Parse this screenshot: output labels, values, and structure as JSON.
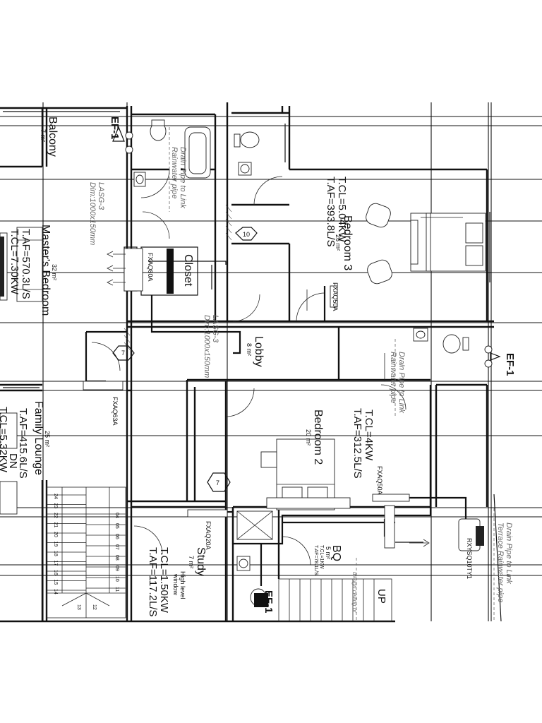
{
  "rooms": {
    "balcony": {
      "name": "Balcony",
      "area": "7 m²"
    },
    "masters_bedroom": {
      "name": "Master's Bedroom",
      "area": "32 m²",
      "tcl": "T.CL=7.30KW",
      "taf": "T.AF=570.3L/S"
    },
    "family_lounge": {
      "name": "Family Lounge",
      "area": "25 m²",
      "tcl": "T.CL=5.32KW",
      "taf": "T.AF=415.6L/S",
      "stair_dir": "DN"
    },
    "study": {
      "name": "Study",
      "area": "7 m²",
      "tcl": "T.CL=1.50KW",
      "taf": "T.AF=117.2L/S",
      "note_1": "High level",
      "note_2": "window"
    },
    "bedroom_3": {
      "name": "Bedroom 3",
      "area": "26 m²",
      "tcl": "T.CL=5.04KW",
      "taf": "T.AF=393.8L/S"
    },
    "bedroom_2": {
      "name": "Bedroom 2",
      "area": "20 m²",
      "tcl": "T.CL=4KW",
      "taf": "T.AF=312.5L/S"
    },
    "lobby": {
      "name": "Lobby",
      "area": "8 m²"
    },
    "closet": {
      "name": "Closet"
    },
    "bq": {
      "name": "BQ",
      "area": "5 m²",
      "tcl": "T.CL=1KW",
      "taf": "T.AF=78.1L/S"
    }
  },
  "equipment": {
    "ef_left": "EF-1",
    "ef_right": "EF-1",
    "ef_bq": "EF-1",
    "fxaq80a": "FXAQ80A",
    "fxaq63a": "FXAQ63A",
    "fxaq50a_b3": "FXAQ50A",
    "fxaq50a_b2": "FXAQ50A",
    "fxaq20a": "FXAQ20A",
    "rxysq": "RXYSQ10TY1"
  },
  "notes": {
    "drain_1": "Drain Pipe to Link",
    "drain_1b": "Rainwater pipe",
    "drain_2": "Drain Pipe to Link",
    "drain_2b": "Rainwater pipe",
    "drain_3": "Drain Pipe to Link",
    "drain_3b": "Terrace Rainwater pipe",
    "lasg_1": "LASG-3",
    "lasg_1b": "Dim:1000x150mm",
    "lasg_2": "LASG-3",
    "lasg_2b": "Dim:1000x150mm",
    "up": "UP",
    "ceiling_note": "design ceiling or"
  },
  "tags": {
    "t10": "10",
    "t7a": "7",
    "t7b": "7"
  },
  "stairs": {
    "left_run": [
      "24",
      "23",
      "22",
      "21",
      "20",
      "19",
      "18",
      "17",
      "16",
      "15",
      "14"
    ],
    "right_run": [
      "04",
      "05",
      "06",
      "07",
      "08",
      "09",
      "10",
      "11"
    ],
    "landing": [
      "13",
      "12"
    ]
  }
}
